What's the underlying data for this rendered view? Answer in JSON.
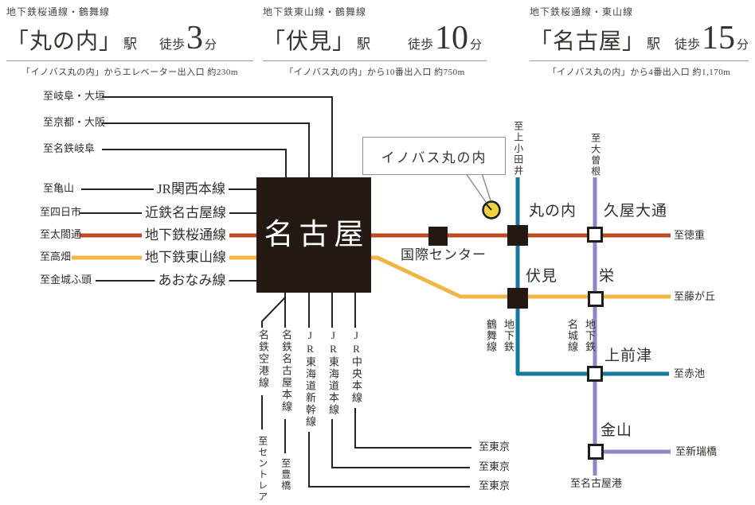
{
  "colors": {
    "sakura_red": "#bc4a22",
    "higashiyama_yellow": "#f0b545",
    "tsurumai_teal": "#16799e",
    "meijo_purple": "#8f86c8",
    "rail_black": "#232323",
    "station_black": "#241813",
    "marker_yellow": "#edd33f",
    "callout_gray": "#8f8f8f"
  },
  "access": {
    "columns": [
      {
        "line_label": "地下鉄桜通線・鶴舞線",
        "station": "「丸の内」",
        "station_suffix": "駅",
        "walk": "徒歩",
        "minutes": "3",
        "minutes_unit": "分",
        "distance_note": "「イノバス丸の内」からエレベーター出入口 約230m"
      },
      {
        "line_label": "地下鉄東山線・鶴舞線",
        "station": "「伏見」",
        "station_suffix": "駅",
        "walk": "徒歩",
        "minutes": "10",
        "minutes_unit": "分",
        "distance_note": "「イノバス丸の内」から10番出入口 約750m"
      },
      {
        "line_label": "地下鉄桜通線・東山線",
        "station": "「名古屋」",
        "station_suffix": "駅",
        "walk": "徒歩",
        "minutes": "15",
        "minutes_unit": "分",
        "distance_note": "「イノバス丸の内」から4番出入口 約1,170m"
      }
    ]
  },
  "diagram": {
    "hub_station": "名古屋",
    "property_callout": "イノバス丸の内",
    "left_terminals": [
      "至岐阜・大垣",
      "至京都・大阪",
      "至名鉄岐阜",
      "至亀山",
      "至四日市",
      "至太閤通",
      "至高畑",
      "至金城ふ頭"
    ],
    "inline_line_names": [
      "JR関西本線",
      "近鉄名古屋線",
      "地下鉄桜通線",
      "地下鉄東山線",
      "あおなみ線"
    ],
    "stations": [
      "国際センター",
      "丸の内",
      "久屋大通",
      "伏見",
      "栄",
      "上前津",
      "金山"
    ],
    "top_terminals": [
      "至上小田井",
      "至大曽根"
    ],
    "right_terminals": [
      "至徳重",
      "至藤が丘",
      "至赤池",
      "至新瑞橋"
    ],
    "south_terminal": "至名古屋港",
    "bottom_line_names": [
      "名鉄空港線",
      "名鉄名古屋本線",
      "JR東海道新幹線",
      "JR東海道本線",
      "JR中央本線"
    ],
    "bottom_terminals": [
      "至セントレア",
      "至豊橋",
      "至東京",
      "至東京",
      "至東京"
    ],
    "subway_labels": {
      "tsurumai": [
        "地下鉄",
        "鶴舞線"
      ],
      "meijo": [
        "地下鉄",
        "名城線"
      ]
    }
  }
}
